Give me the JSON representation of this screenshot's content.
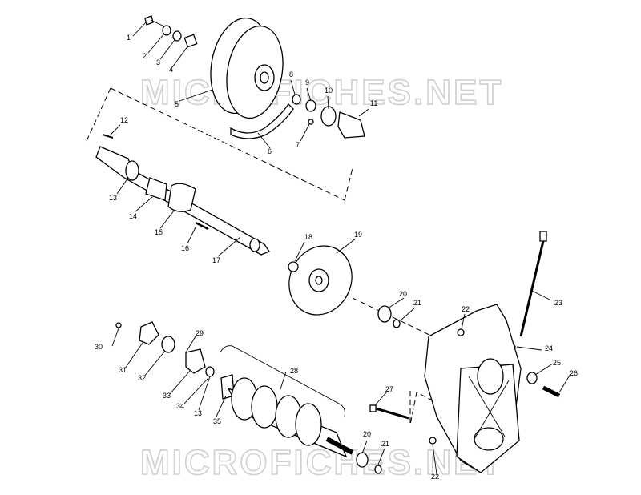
{
  "watermark": "MICROFICHES.NET",
  "callouts": [
    "1",
    "2",
    "3",
    "4",
    "5",
    "6",
    "7",
    "8",
    "9",
    "10",
    "11",
    "12",
    "13",
    "14",
    "15",
    "16",
    "17",
    "18",
    "19",
    "20",
    "21",
    "22",
    "23",
    "24",
    "25",
    "26",
    "27",
    "28",
    "29",
    "30",
    "31",
    "32",
    "33",
    "34",
    "13",
    "35",
    "20",
    "21",
    "22"
  ],
  "parts": [
    {
      "id": "bolt-1",
      "name": "bolt-icon"
    },
    {
      "id": "washer-2",
      "name": "washer-icon"
    },
    {
      "id": "pulley-5",
      "name": "drive-pulley-icon"
    },
    {
      "id": "belt-6",
      "name": "drive-chain-icon"
    },
    {
      "id": "shaft-17",
      "name": "jackshaft-icon"
    },
    {
      "id": "brake-19",
      "name": "brake-disc-icon"
    },
    {
      "id": "driveshaft-28",
      "name": "sprocket-driveshaft-icon"
    },
    {
      "id": "chaincase-22",
      "name": "chaincase-housing-icon"
    },
    {
      "id": "dipstick-23",
      "name": "dipstick-icon"
    }
  ]
}
